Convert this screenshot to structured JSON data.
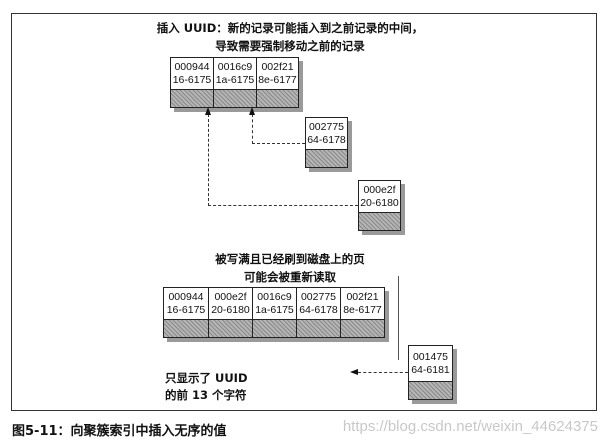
{
  "top": {
    "title_line1": "插入 UUID：新的记录可能插入到之前记录的中间，",
    "title_line2": "导致需要强制移动之前的记录",
    "page_cells": [
      {
        "l1": "000944",
        "l2": "16-6175"
      },
      {
        "l1": "0016c9",
        "l2": "1a-6175"
      },
      {
        "l1": "002f21",
        "l2": "8e-6177"
      }
    ],
    "insert_a": {
      "l1": "002775",
      "l2": "64-6178"
    },
    "insert_b": {
      "l1": "000e2f",
      "l2": "20-6180"
    }
  },
  "bottom": {
    "title_line1": "被写满且已经刷到磁盘上的页",
    "title_line2": "可能会被重新读取",
    "page_cells": [
      {
        "l1": "000944",
        "l2": "16-6175"
      },
      {
        "l1": "000e2f",
        "l2": "20-6180"
      },
      {
        "l1": "0016c9",
        "l2": "1a-6175"
      },
      {
        "l1": "002775",
        "l2": "64-6178"
      },
      {
        "l1": "002f21",
        "l2": "8e-6177"
      }
    ],
    "insert": {
      "l1": "001475",
      "l2": "64-6181"
    },
    "note_line1": "只显示了 UUID",
    "note_line2": "的前 13 个字符"
  },
  "caption": "图5-11：向聚簇索引中插入无序的值",
  "watermark": "https://blog.csdn.net/weixin_44624375"
}
